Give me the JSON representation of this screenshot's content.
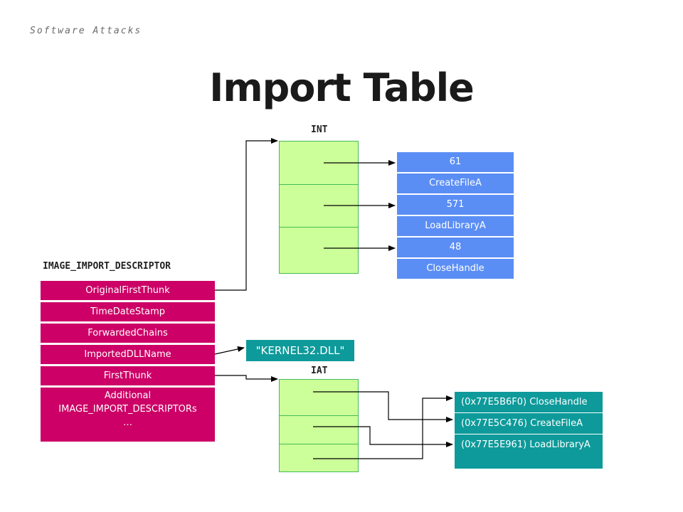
{
  "header": {
    "section": "Software Attacks"
  },
  "slide": {
    "title": "Import Table"
  },
  "labels": {
    "int": "INT",
    "iat": "IAT",
    "descriptor": "IMAGE_IMPORT_DESCRIPTOR"
  },
  "descriptor_fields": [
    "OriginalFirstThunk",
    "TimeDateStamp",
    "ForwardedChains",
    "ImportedDLLName",
    "FirstThunk",
    "Additional IMAGE_IMPORT_DESCRIPTORs ..."
  ],
  "descriptor_additional": {
    "line1": "Additional",
    "line2": "IMAGE_IMPORT_DESCRIPTORs",
    "line3": "…"
  },
  "dll_name": "\"KERNEL32.DLL\"",
  "int_entries": [
    "61",
    "CreateFileA",
    "571",
    "LoadLibraryA",
    "48",
    "CloseHandle"
  ],
  "iat_entries": [
    "(0x77E5B6F0) CloseHandle",
    "(0x77E5C476) CreateFileA",
    "(0x77E5E961) LoadLibraryA"
  ],
  "colors": {
    "descriptor": "#cc0066",
    "int_entry": "#5b8ef5",
    "iat_entry": "#0e9a9a",
    "thunk_array": "#ccff99"
  }
}
